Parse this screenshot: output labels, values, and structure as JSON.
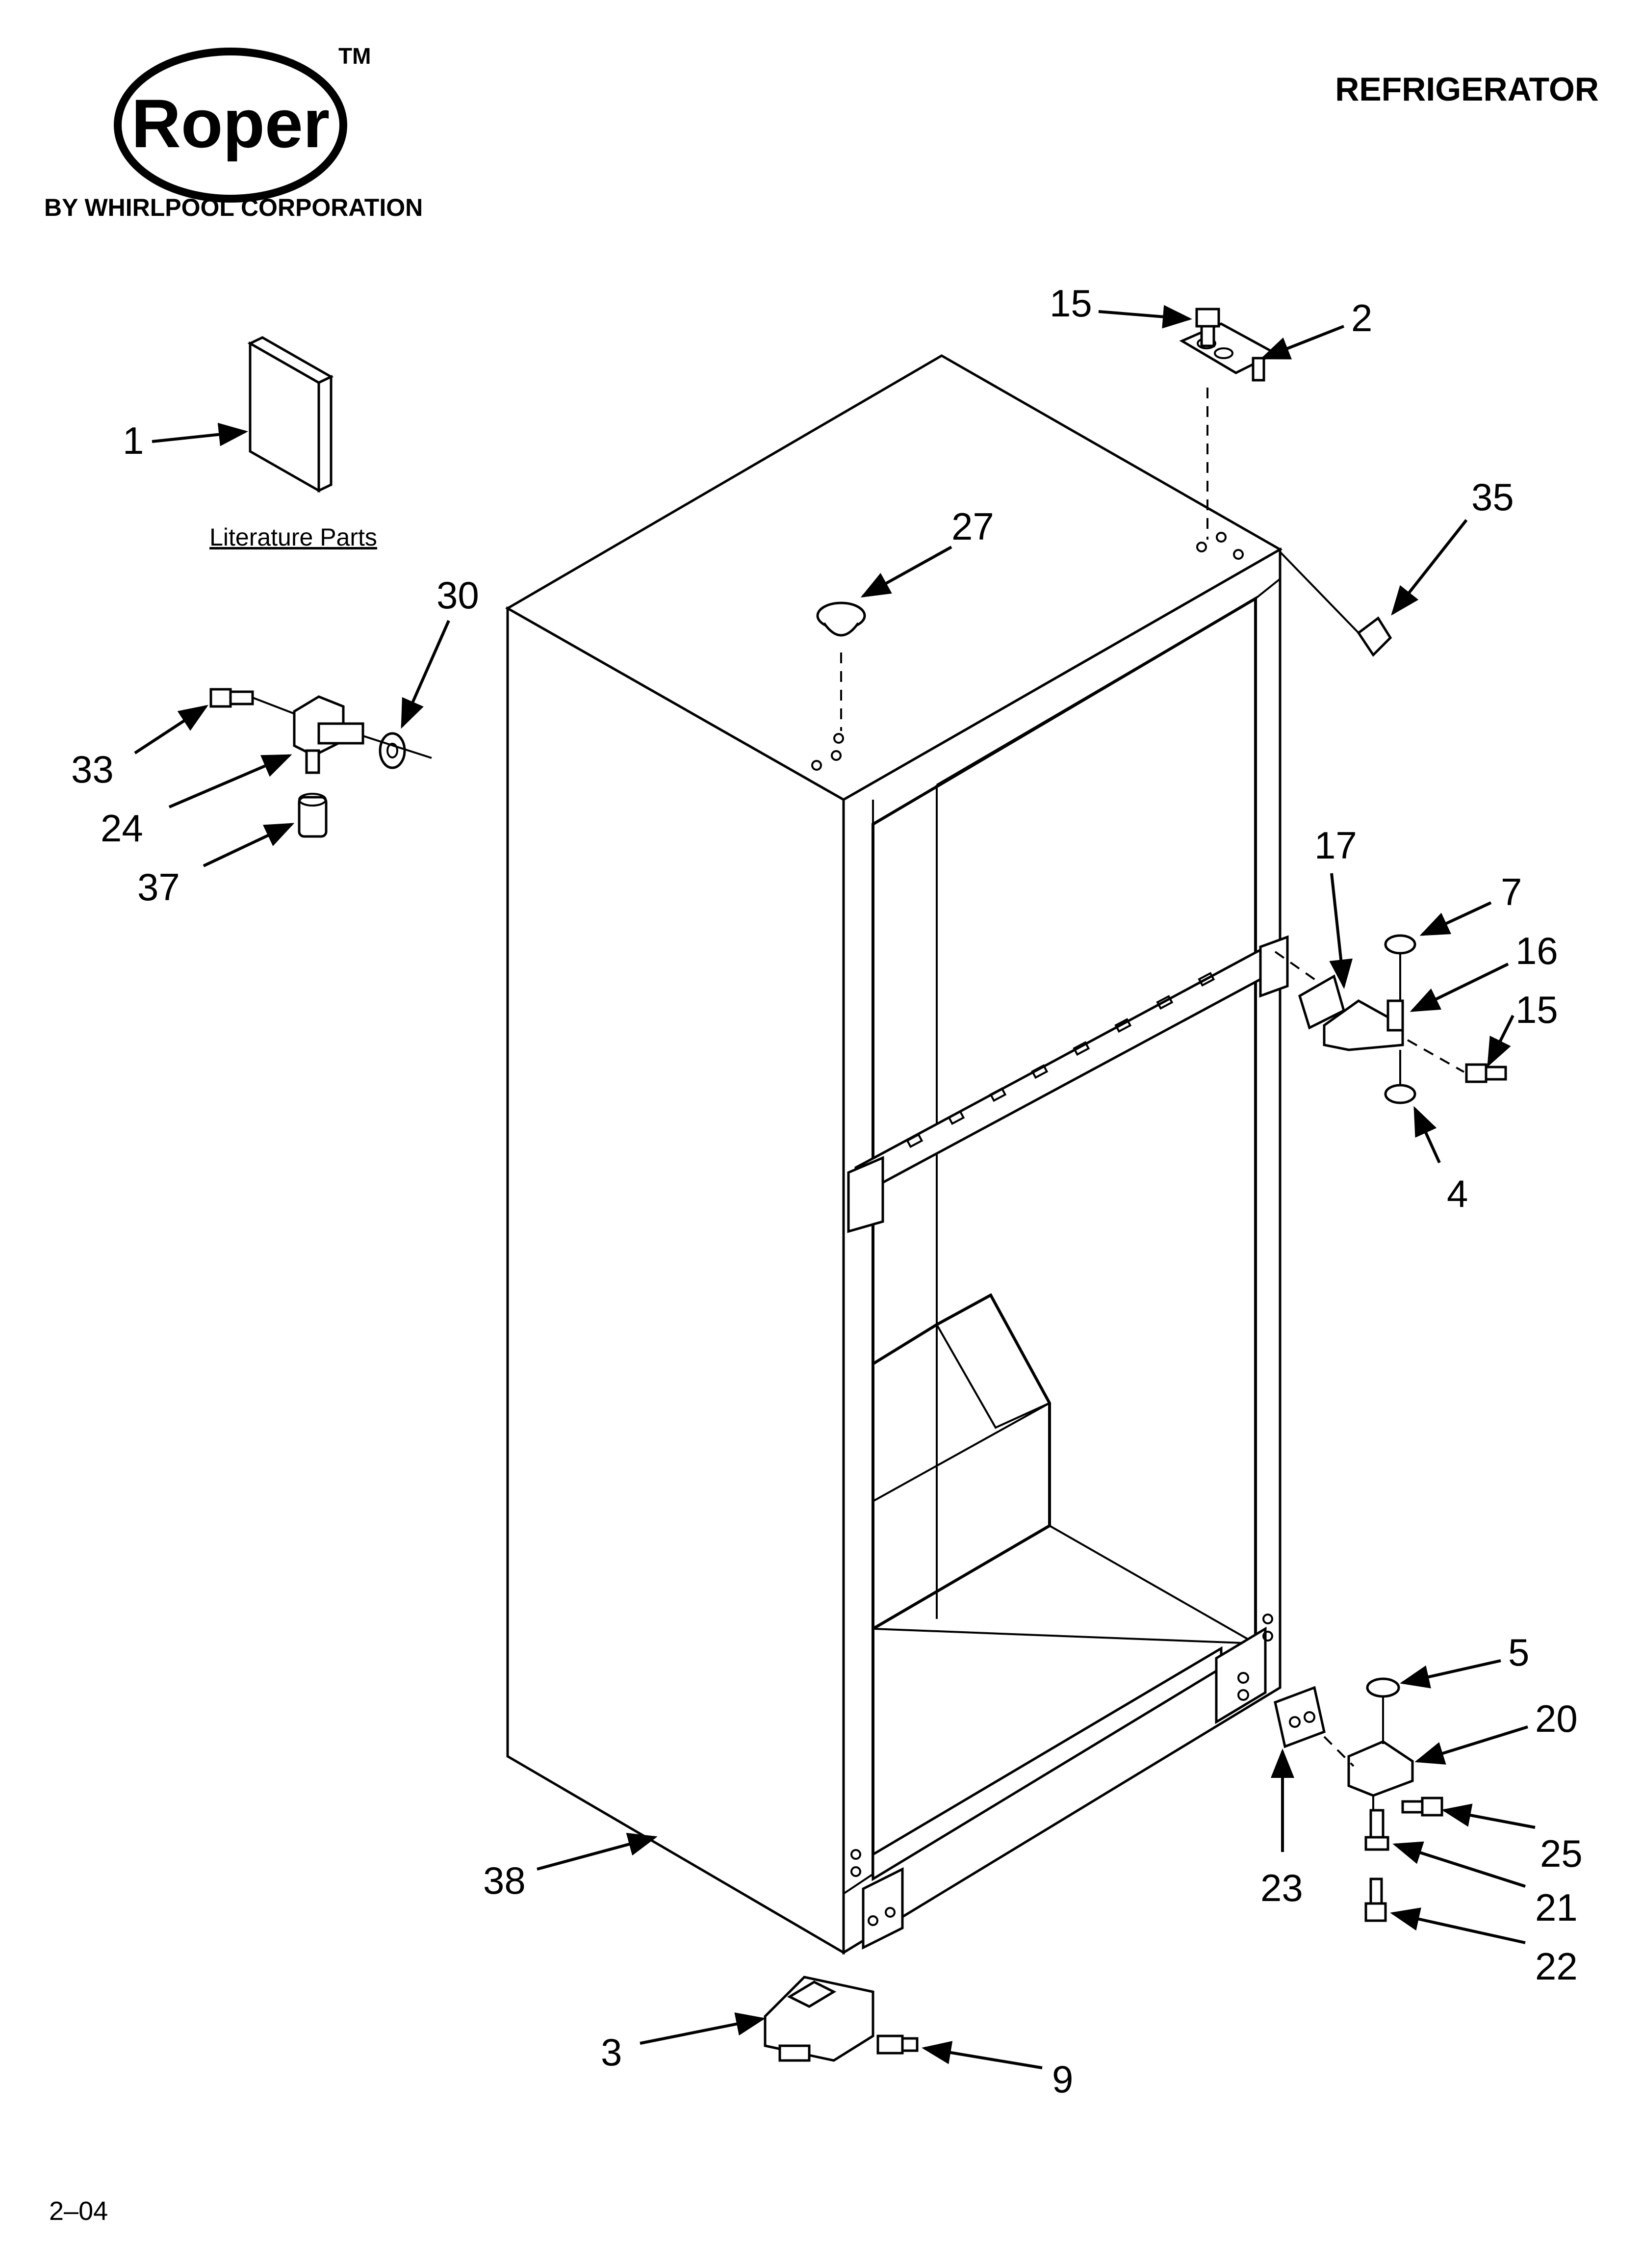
{
  "header": {
    "brand": "Roper",
    "trademark": "TM",
    "byline": "BY WHIRLPOOL CORPORATION",
    "title": "REFRIGERATOR"
  },
  "literature": {
    "label": "Literature Parts"
  },
  "callouts": {
    "c1": "1",
    "c2": "2",
    "c3": "3",
    "c4": "4",
    "c5": "5",
    "c7": "7",
    "c9": "9",
    "c15a": "15",
    "c15b": "15",
    "c16": "16",
    "c17": "17",
    "c20": "20",
    "c21": "21",
    "c22": "22",
    "c23": "23",
    "c24": "24",
    "c25": "25",
    "c27": "27",
    "c30": "30",
    "c33": "33",
    "c35": "35",
    "c37": "37",
    "c38": "38"
  },
  "footer": {
    "date_code": "2–04"
  }
}
